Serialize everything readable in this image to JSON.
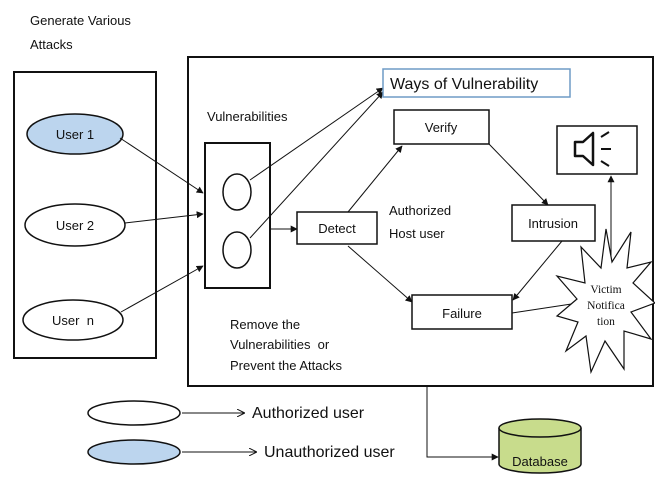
{
  "title_lines": [
    "Generate Various",
    "Attacks"
  ],
  "users": {
    "user1": "User 1",
    "user2": "User 2",
    "usern": "User  n"
  },
  "vulnerabilities_label": "Vulnerabilities",
  "ways_label": "Ways of Vulnerability",
  "verify": "Verify",
  "detect": "Detect",
  "authorized_host_lines": [
    "Authorized",
    "Host user"
  ],
  "intrusion": "Intrusion",
  "failure": "Failure",
  "victim_lines": [
    "Victim",
    "Notifica",
    "tion"
  ],
  "remove_lines": [
    "Remove the",
    "Vulnerabilities  or",
    "Prevent the Attacks"
  ],
  "legend": {
    "authorized": "Authorized user",
    "unauthorized": "Unauthorized user"
  },
  "database": "Database",
  "colors": {
    "unauthorized_fill": "#bcd5ee",
    "database_fill": "#c8dc8c",
    "ways_border": "#6f9bc6",
    "line": "#111111"
  },
  "icons": [
    "speaker-icon"
  ]
}
